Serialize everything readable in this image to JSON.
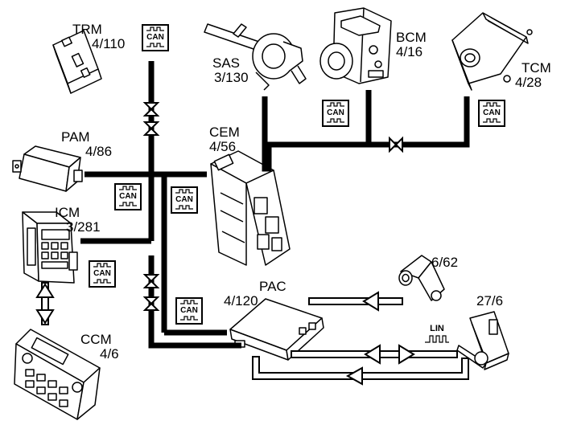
{
  "modules": {
    "trm": {
      "name": "TRM",
      "id": "4/110"
    },
    "sas": {
      "name": "SAS",
      "id": "3/130"
    },
    "bcm": {
      "name": "BCM",
      "id": "4/16"
    },
    "tcm": {
      "name": "TCM",
      "id": "4/28"
    },
    "pam": {
      "name": "PAM",
      "id": "4/86"
    },
    "cem": {
      "name": "CEM",
      "id": "4/56"
    },
    "icm": {
      "name": "ICM",
      "id": "3/281"
    },
    "ccm": {
      "name": "CCM",
      "id": "4/6"
    },
    "pac": {
      "name": "PAC",
      "id": "4/120"
    },
    "sensor_a": {
      "id": "6/62"
    },
    "sensor_b": {
      "id": "27/6"
    }
  },
  "bus": {
    "can_label": "CAN",
    "lin_label": "LIN"
  },
  "colors": {
    "line": "#000000",
    "background": "#ffffff"
  }
}
